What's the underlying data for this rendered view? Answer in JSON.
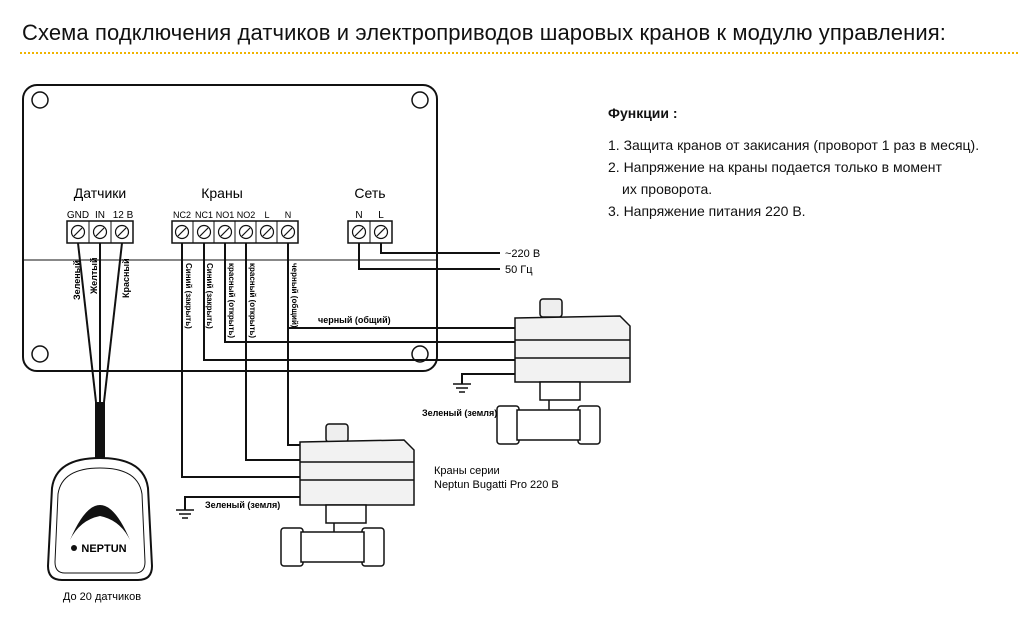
{
  "title": "Схема подключения датчиков и электроприводов шаровых кранов к модулю управления:",
  "functions": {
    "heading": "Функции :",
    "items": [
      "1. Защита кранов от закисания (проворот 1 раз в месяц).",
      "2. Напряжение на краны подается только в момент",
      "их проворота.",
      "3. Напряжение питания 220 В."
    ]
  },
  "module": {
    "groups": {
      "sensors": "Датчики",
      "valves": "Краны",
      "mains": "Сеть"
    },
    "terminals": {
      "sensors": [
        "GND",
        "IN",
        "12 В"
      ],
      "valves": [
        "NC2",
        "NC1",
        "NO1",
        "NO2",
        "L",
        "N"
      ],
      "mains": [
        "N",
        "L"
      ]
    }
  },
  "wires": {
    "sensor_colors": [
      "Зеленый",
      "Желтый",
      "Красный"
    ],
    "valve_colors": [
      "Синий (закрыть)",
      "Синий (закрыть)",
      "красный (открыть)",
      "красный (открыть)",
      "черный (общий)"
    ],
    "black_common": "черный (общий)",
    "ground": "Зеленый (земля)",
    "mains_voltage": "~220 В",
    "mains_freq": "50 Гц"
  },
  "valves_label": {
    "line1": "Краны серии",
    "line2": "Neptun Bugatti Pro 220 В"
  },
  "sensor": {
    "brand": "NEPTUN",
    "caption": "До 20 датчиков"
  },
  "colors": {
    "accent": "#f0b400",
    "line": "#111111",
    "body": "#ffffff"
  }
}
